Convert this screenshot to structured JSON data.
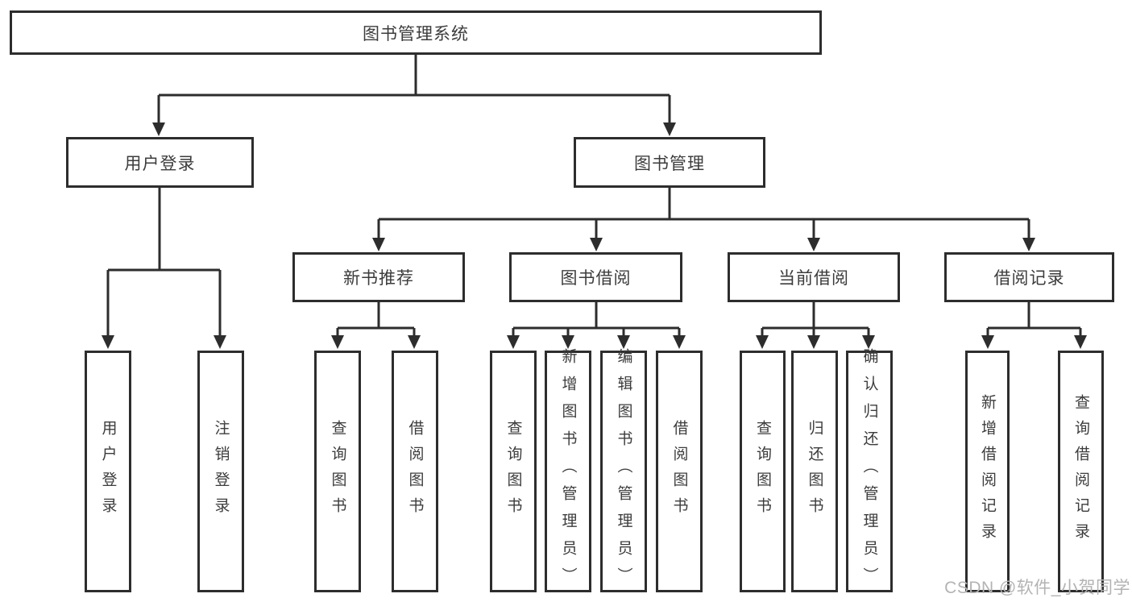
{
  "nodes": {
    "root": "图书管理系统",
    "user_login": "用户登录",
    "book_mgmt": "图书管理",
    "new_book_rec": "新书推荐",
    "book_borrow": "图书借阅",
    "current_borrow": "当前借阅",
    "borrow_record": "借阅记录",
    "leaf_user_login": "用户登录",
    "leaf_logout": "注销登录",
    "leaf_query_book_1": "查询图书",
    "leaf_borrow_book_1": "借阅图书",
    "leaf_query_book_2": "查询图书",
    "leaf_add_book": "新增图书（管理员）",
    "leaf_edit_book": "编辑图书（管理员）",
    "leaf_borrow_book_2": "借阅图书",
    "leaf_query_book_3": "查询图书",
    "leaf_return_book": "归还图书",
    "leaf_confirm_return": "确认归还（管理员）",
    "leaf_add_record": "新增借阅记录",
    "leaf_query_record": "查询借阅记录"
  },
  "watermark": "CSDN @软件_小贺同学",
  "colors": {
    "line": "#2d2d2d",
    "text": "#3c3c3c",
    "watermark": "#b3b3b3",
    "background": "#ffffff"
  }
}
